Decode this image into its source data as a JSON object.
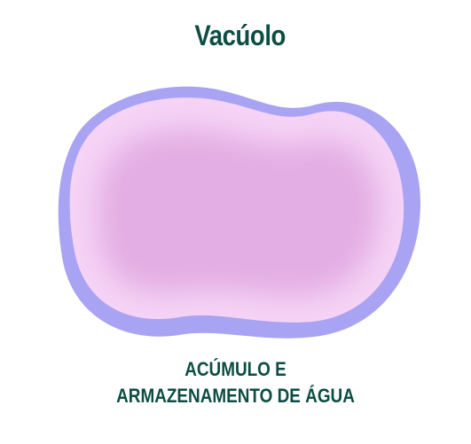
{
  "title": "Vacúolo",
  "caption": {
    "line1": "ACÚMULO E",
    "line2": "ARMAZENAMENTO DE ÁGUA"
  },
  "colors": {
    "text": "#0d4d43",
    "membrane": "#a8a3f2",
    "inner_light": "#f6d4f6",
    "inner_core": "#e3aee3"
  },
  "icons": {
    "vacuole": "vacuole-illustration"
  }
}
